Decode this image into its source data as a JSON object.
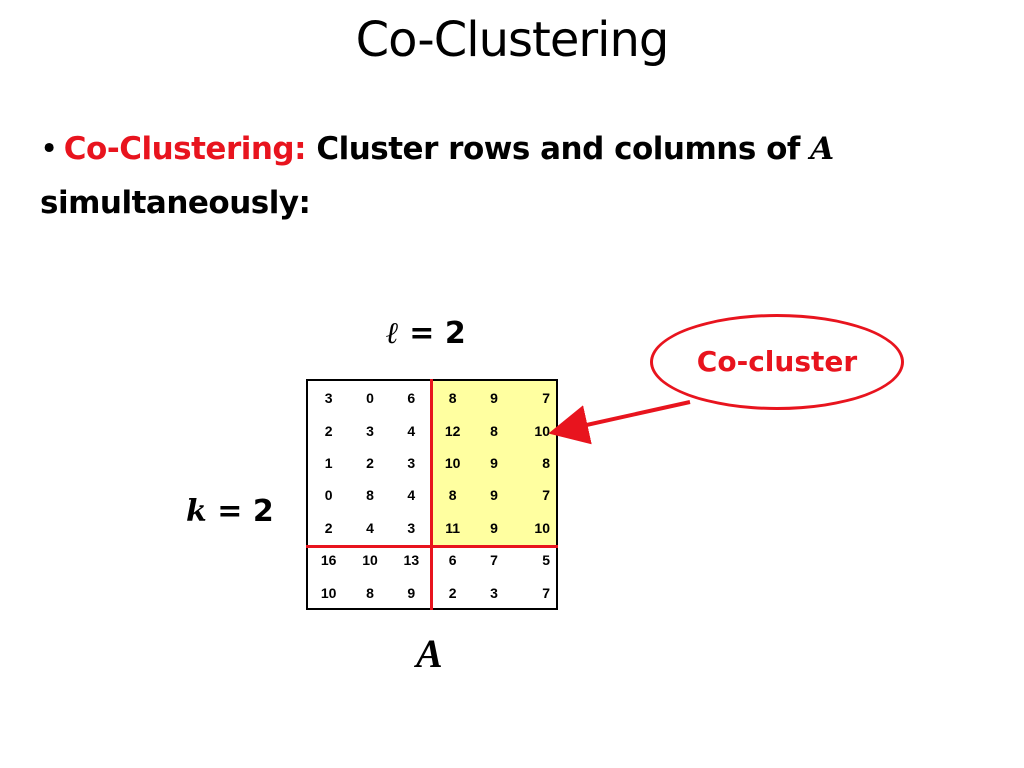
{
  "slide": {
    "title": "Co-Clustering",
    "bullet": {
      "symbol": "•",
      "term": "Co-Clustering:",
      "text_before_var": "Cluster rows and columns of",
      "var": "A",
      "text_after": "simultaneously:"
    }
  },
  "figure": {
    "ell_symbol": "ℓ",
    "ell_value": "= 2",
    "k_symbol": "k",
    "k_value": "= 2",
    "matrix_name": "A",
    "callout_label": "Co-cluster",
    "matrix": [
      [
        "3",
        "0",
        "6",
        "8",
        "9",
        "7"
      ],
      [
        "2",
        "3",
        "4",
        "12",
        "8",
        "10"
      ],
      [
        "1",
        "2",
        "3",
        "10",
        "9",
        "8"
      ],
      [
        "0",
        "8",
        "4",
        "8",
        "9",
        "7"
      ],
      [
        "2",
        "4",
        "3",
        "11",
        "9",
        "10"
      ],
      [
        "16",
        "10",
        "13",
        "6",
        "7",
        "5"
      ],
      [
        "10",
        "8",
        "9",
        "2",
        "3",
        "7"
      ]
    ],
    "row_clusters": [
      5,
      2
    ],
    "col_clusters": [
      3,
      3
    ],
    "highlighted_cocluster": {
      "rows": [
        0,
        4
      ],
      "cols": [
        3,
        5
      ]
    },
    "colors": {
      "accent_red": "#e8141e",
      "highlight_yellow": "#ffffa0"
    }
  }
}
